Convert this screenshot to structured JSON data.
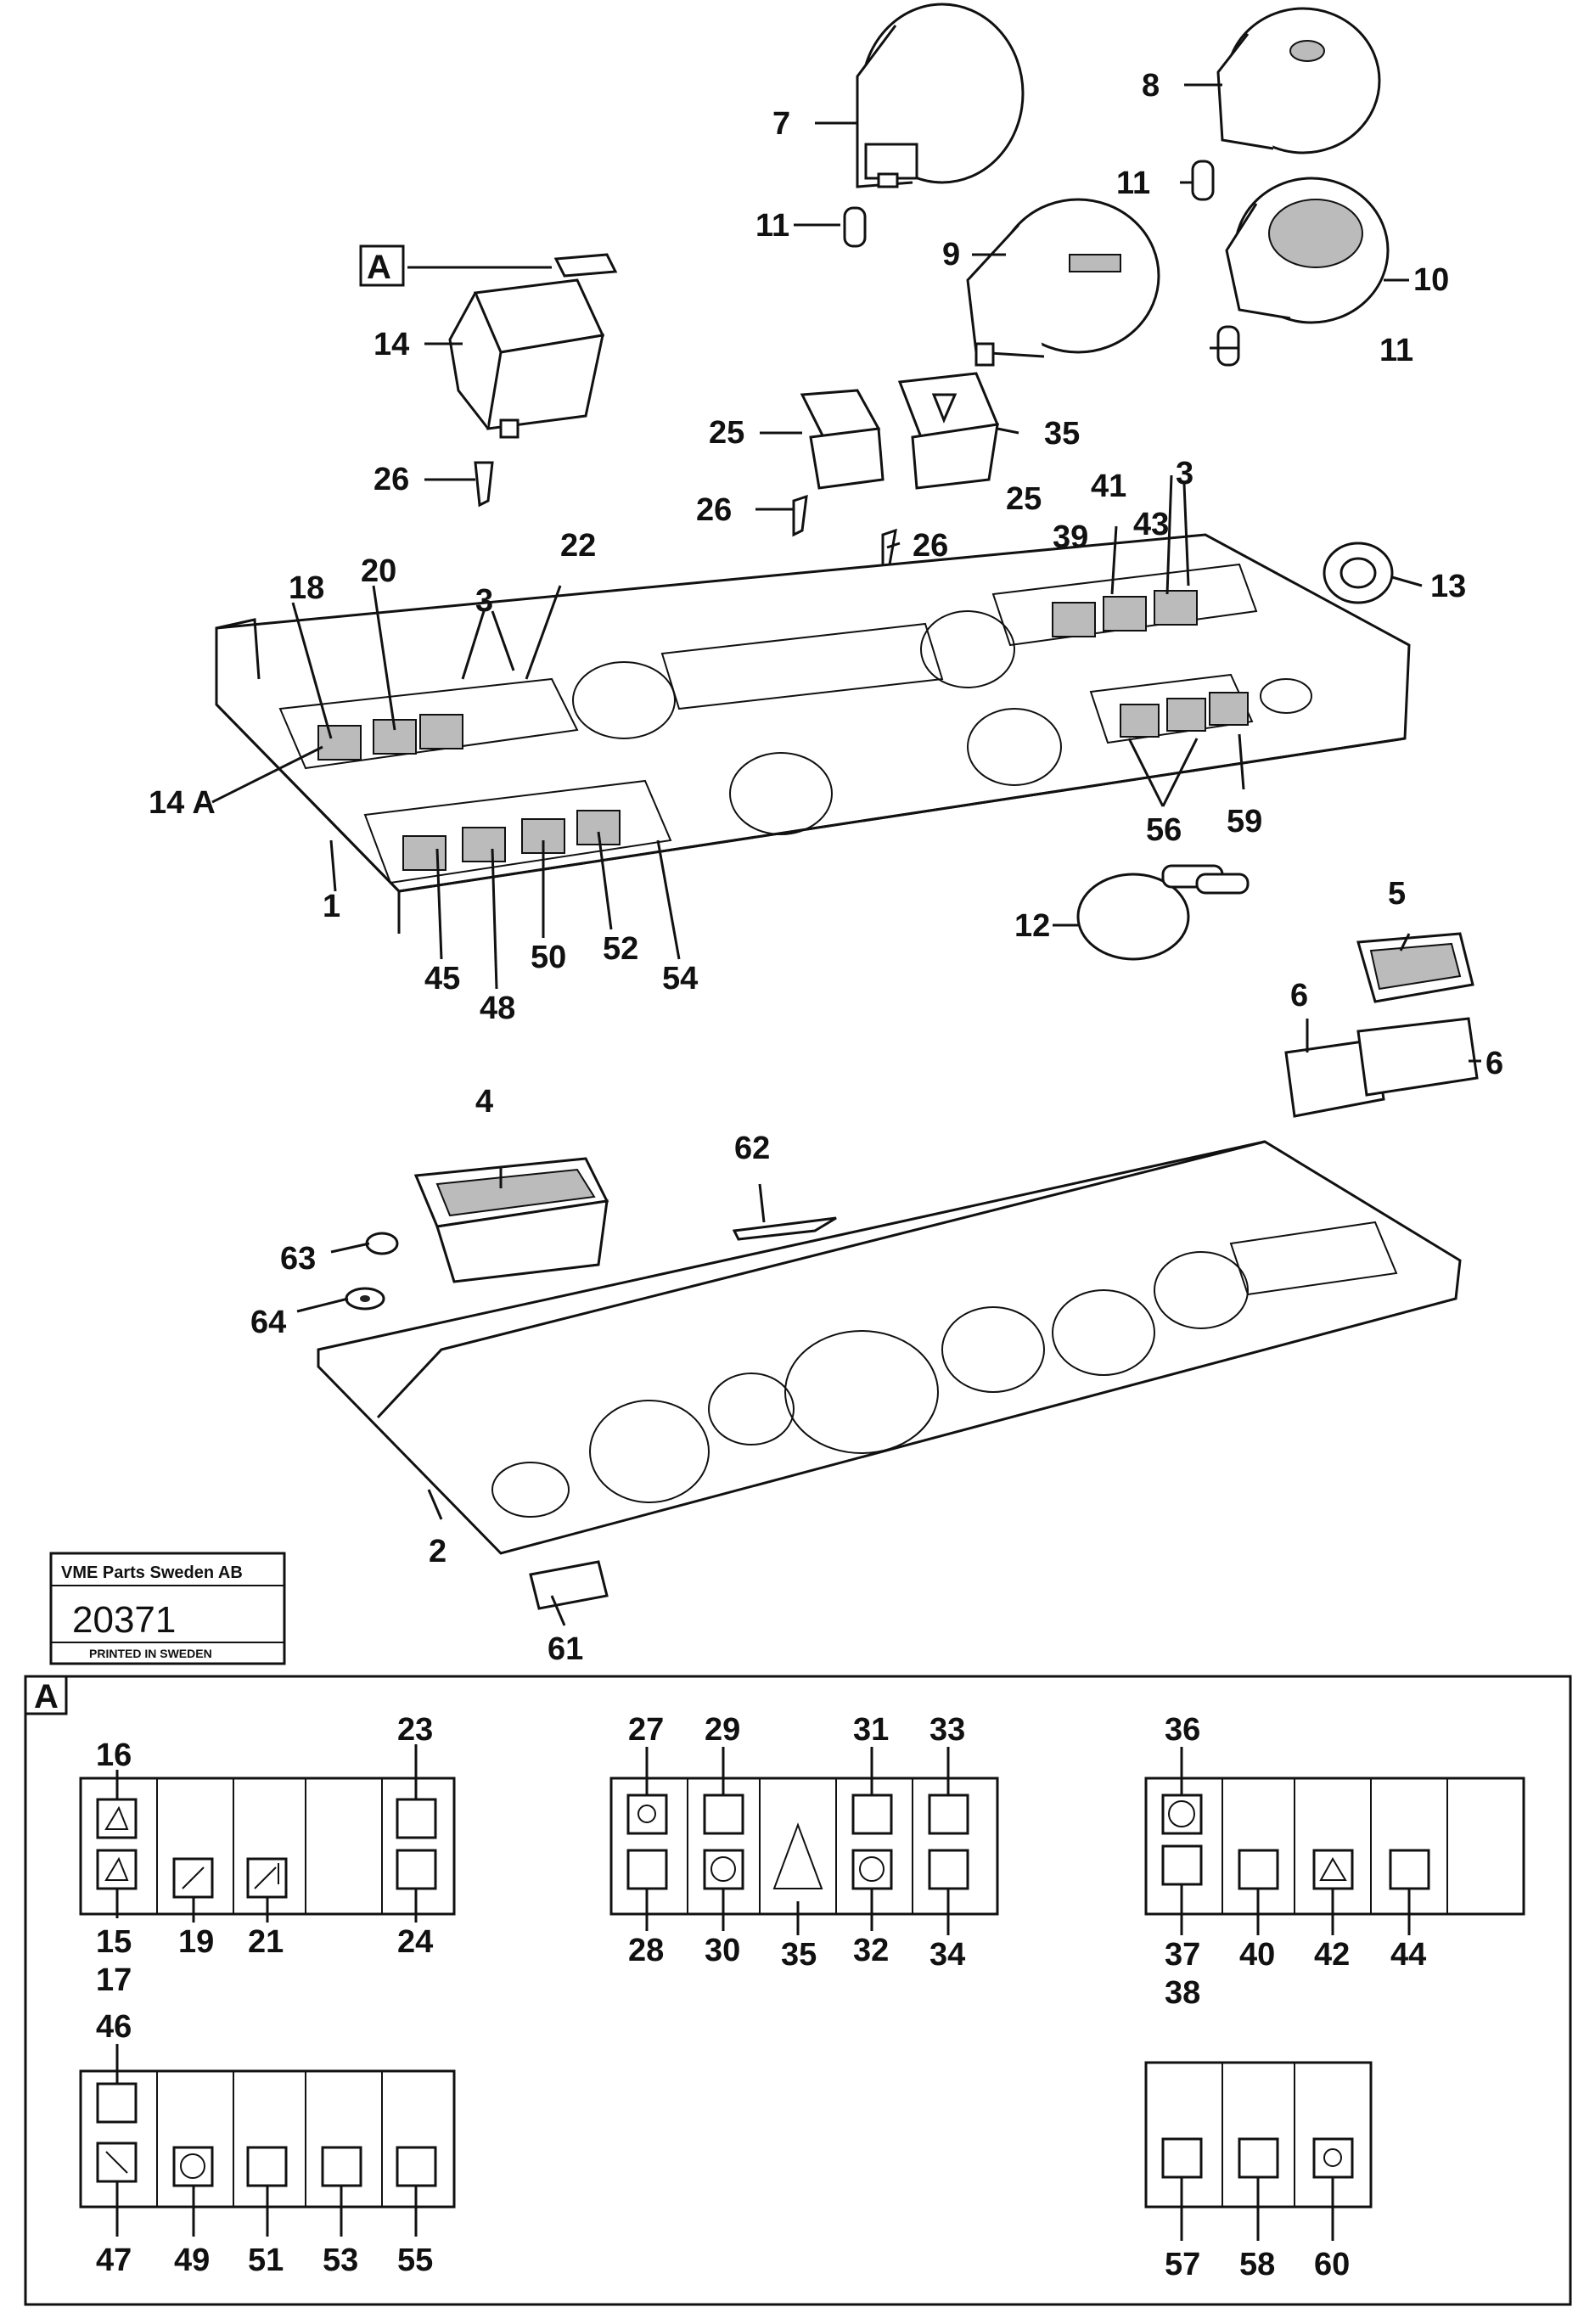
{
  "callout_A": "A",
  "labels": {
    "l1": "1",
    "l2": "2",
    "l3a": "3",
    "l3b": "3",
    "l4": "4",
    "l5": "5",
    "l6a": "6",
    "l6b": "6",
    "l7": "7",
    "l8": "8",
    "l9": "9",
    "l10": "10",
    "l11a": "11",
    "l11b": "11",
    "l11c": "11",
    "l12": "12",
    "l13": "13",
    "l14": "14",
    "l14A": "14 A",
    "l18": "18",
    "l20": "20",
    "l22": "22",
    "l25a": "25",
    "l25b": "25",
    "l26a": "26",
    "l26b": "26",
    "l26c": "26",
    "l35": "35",
    "l39": "39",
    "l41": "41",
    "l43": "43",
    "l45": "45",
    "l48": "48",
    "l50": "50",
    "l52": "52",
    "l54": "54",
    "l56": "56",
    "l59": "59",
    "l61": "61",
    "l62": "62",
    "l63": "63",
    "l64": "64"
  },
  "stamp": {
    "company": "VME Parts Sweden AB",
    "number": "20371",
    "printed": "PRINTED IN SWEDEN"
  },
  "detail": {
    "tag": "A",
    "p1": {
      "top": [
        "16",
        "23"
      ],
      "bottom": [
        "15",
        "17",
        "19",
        "21",
        "24"
      ]
    },
    "p2": {
      "top": [
        "27",
        "29",
        "31",
        "33"
      ],
      "bottom": [
        "28",
        "30",
        "35",
        "32",
        "34"
      ]
    },
    "p3": {
      "top": [
        "36"
      ],
      "bottom": [
        "37",
        "38",
        "40",
        "42",
        "44"
      ]
    },
    "p4": {
      "top": [
        "46"
      ],
      "bottom": [
        "47",
        "49",
        "51",
        "53",
        "55"
      ]
    },
    "p5": {
      "bottom": [
        "57",
        "58",
        "60"
      ]
    }
  },
  "icons": [
    "tipper-icon",
    "lift-icon",
    "horn-icon",
    "warning-triangle-icon",
    "parking-brake-icon",
    "battery-icon",
    "headlight-icon",
    "beacon-icon",
    "work-light-icon",
    "sun-icon"
  ]
}
